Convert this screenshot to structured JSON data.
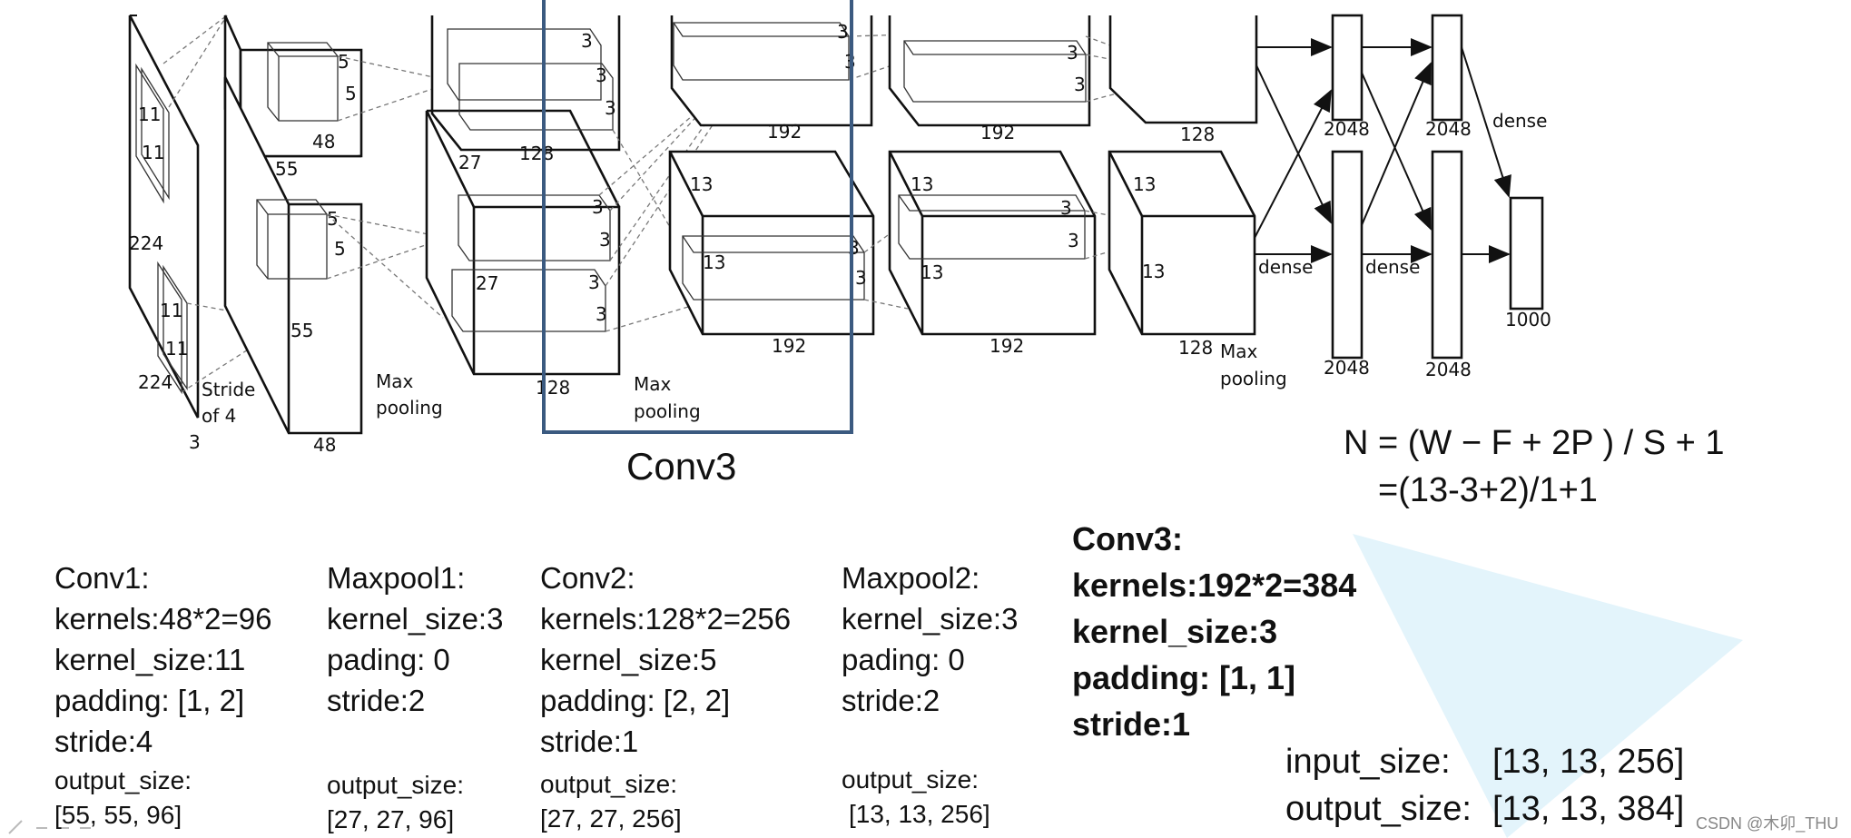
{
  "diagram": {
    "labels": {
      "input_224a": "224",
      "input_224b": "224",
      "input_3": "3",
      "stride": "Stride",
      "of4": "of 4",
      "in_k11a": "11",
      "in_k11b": "11",
      "in_k11c": "11",
      "in_k11d": "11",
      "c1_55a": "55",
      "c1_55b": "55",
      "c1_48a": "48",
      "c1_48b": "48",
      "c1_k5a": "5",
      "c1_k5b": "5",
      "c1_k5c": "5",
      "c1_k5d": "5",
      "maxpool": "Max",
      "pooling": "pooling",
      "c2_27a": "27",
      "c2_27b": "27",
      "c2_128a": "128",
      "c2_128b": "128",
      "c2_k3a": "3",
      "c2_k3b": "3",
      "c2_k3c": "3",
      "c2_k3d": "3",
      "c2_k3e": "3",
      "c2_k3f": "3",
      "c2_k3g": "3",
      "c3_13a": "13",
      "c3_13b": "13",
      "c3_192a": "192",
      "c3_192b": "192",
      "c3_k3a": "3",
      "c3_k3b": "3",
      "c3_k3c": "3",
      "c3_k3d": "3",
      "c4_13a": "13",
      "c4_13b": "13",
      "c4_192a": "192",
      "c4_192b": "192",
      "c4_k3a": "3",
      "c4_k3b": "3",
      "c4_k3c": "3",
      "c4_k3d": "3",
      "c5_13a": "13",
      "c5_13b": "13",
      "c5_128a": "128",
      "c5_128b": "128",
      "fc_2048a": "2048",
      "fc_2048b": "2048",
      "fc_2048c": "2048",
      "fc_2048d": "2048",
      "fc_1000": "1000",
      "dense": "dense"
    }
  },
  "caption": "Conv3",
  "formula": {
    "line1": "N = (W − F + 2P ) / S + 1",
    "line2": "=(13-3+2)/1+1"
  },
  "blocks": {
    "conv1": {
      "title": "Conv1:",
      "kernels": "kernels:48*2=96",
      "kernel_size": "kernel_size:11",
      "padding": "padding: [1, 2]",
      "stride": "stride:4",
      "output_label": "output_size:",
      "output_value": "[55, 55, 96]"
    },
    "maxpool1": {
      "title": "Maxpool1:",
      "kernel_size": "kernel_size:3",
      "pading": "pading: 0",
      "stride": "stride:2",
      "output_label": "output_size:",
      "output_value": "[27, 27, 96]"
    },
    "conv2": {
      "title": "Conv2:",
      "kernels": "kernels:128*2=256",
      "kernel_size": "kernel_size:5",
      "padding": "padding: [2, 2]",
      "stride": "stride:1",
      "output_label": "output_size:",
      "output_value": "[27, 27, 256]"
    },
    "maxpool2": {
      "title": "Maxpool2:",
      "kernel_size": "kernel_size:3",
      "pading": "pading: 0",
      "stride": "stride:2",
      "output_label": "output_size:",
      "output_value": "[13, 13, 256]"
    },
    "conv3": {
      "title": "Conv3:",
      "kernels": "kernels:192*2=384",
      "kernel_size": "kernel_size:3",
      "padding": "padding: [1, 1]",
      "stride": "stride:1"
    }
  },
  "io": {
    "input_label": "input_size:",
    "input_value": "[13, 13, 256]",
    "output_label": "output_size:",
    "output_value": "[13, 13, 384]"
  },
  "watermark": "CSDN @木卯_THU",
  "colors": {
    "highlight": "#3b5a80",
    "triangle": "#e3f4fb"
  }
}
